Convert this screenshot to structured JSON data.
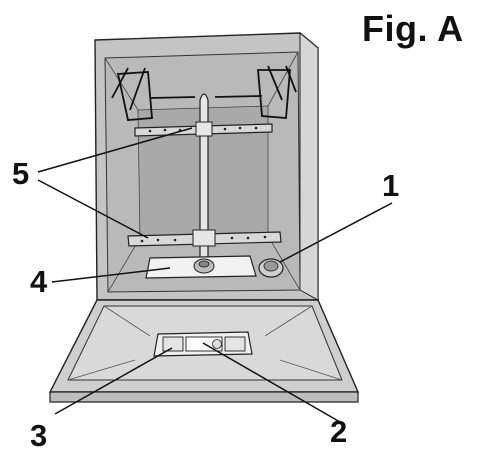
{
  "figure": {
    "title": "Fig. A"
  },
  "callouts": [
    {
      "id": "1",
      "label": "1"
    },
    {
      "id": "2",
      "label": "2"
    },
    {
      "id": "3",
      "label": "3"
    },
    {
      "id": "4",
      "label": "4"
    },
    {
      "id": "5",
      "label": "5"
    }
  ],
  "colors": {
    "cabinet": "#c9c9c9",
    "interior": "#b4b4b4",
    "door": "#cdcdcd",
    "stroke": "#222222",
    "leader": "#111111"
  }
}
